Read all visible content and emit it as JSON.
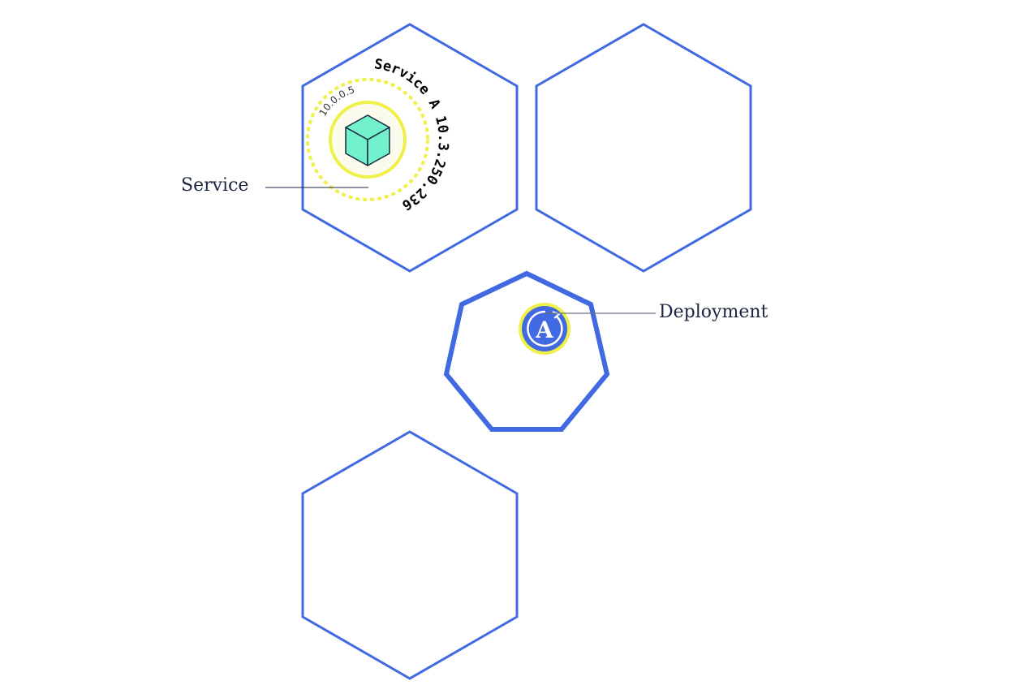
{
  "labels": {
    "service": "Service",
    "deployment": "Deployment"
  },
  "service": {
    "name_ip": "Service A 10.3.250.236",
    "pod_ip": "10.0.0.5",
    "icon": "cube-icon"
  },
  "deployment": {
    "icon_letter": "A",
    "icon": "deployment-cycle-icon"
  },
  "colors": {
    "node_stroke": "#4169e1",
    "ring": "#f0f04a",
    "cube": "#72f2cc",
    "text": "#1a2540"
  }
}
